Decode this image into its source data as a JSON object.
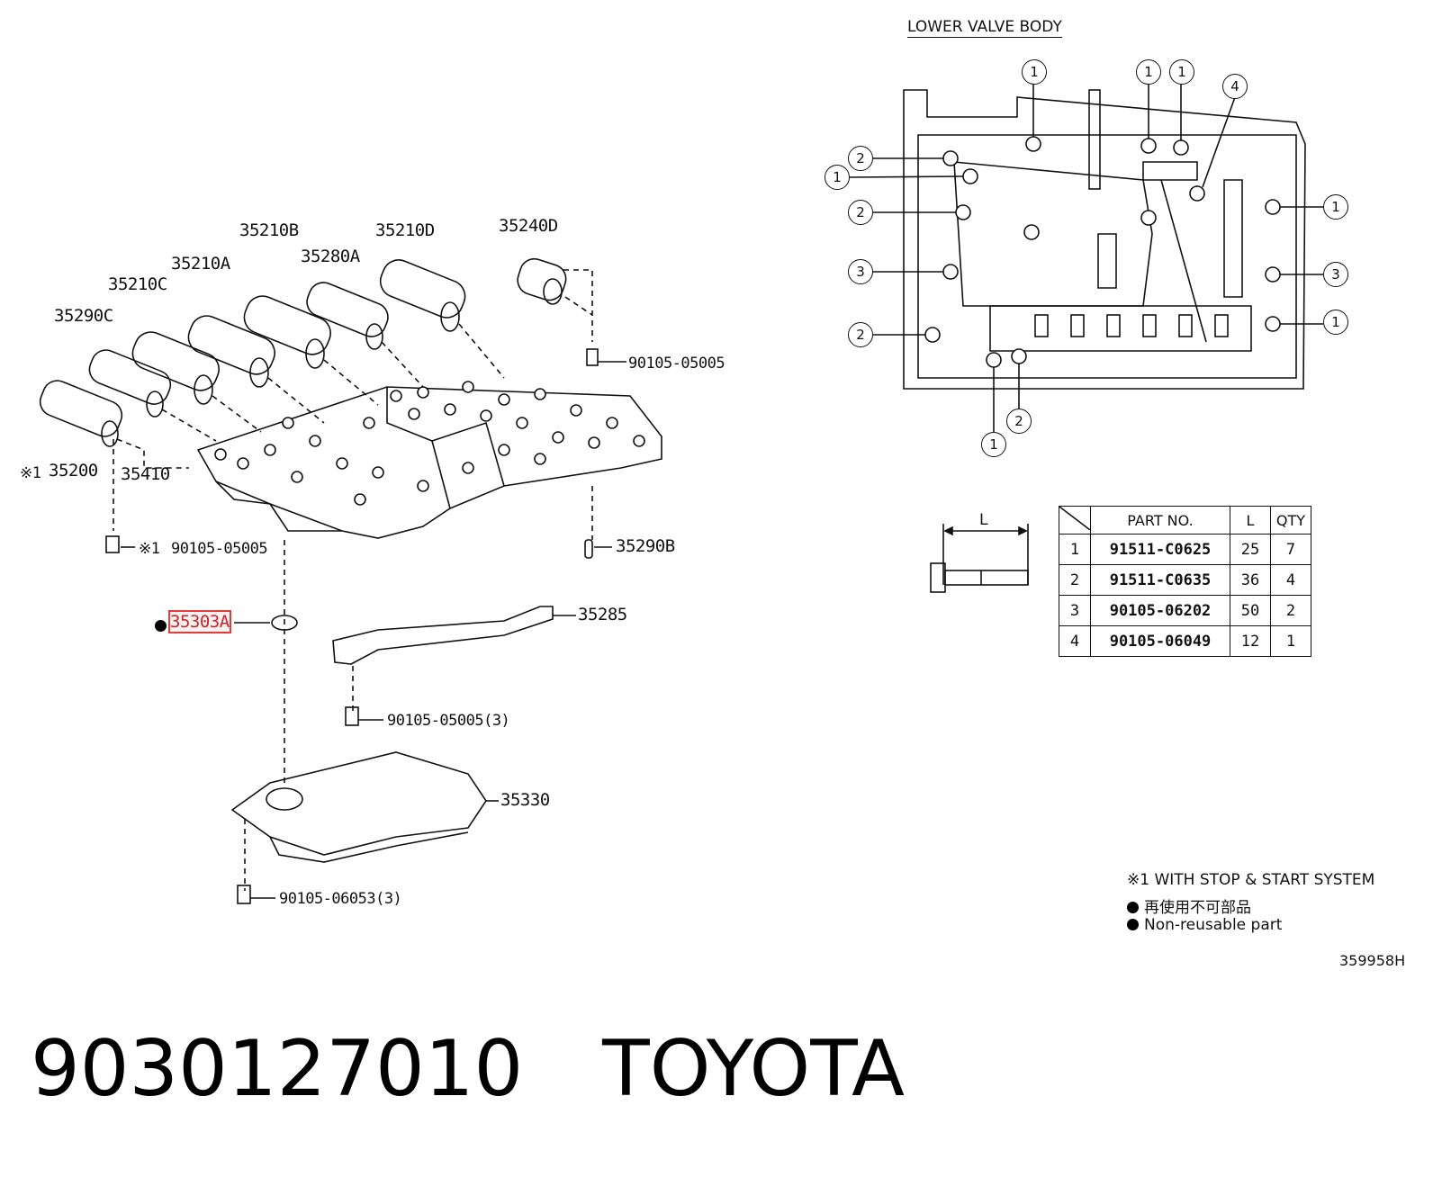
{
  "section_title": "LOWER VALVE BODY",
  "callouts": {
    "c35240D": "35240D",
    "c35210D": "35210D",
    "c35210B": "35210B",
    "c35280A": "35280A",
    "c35210A": "35210A",
    "c35210C": "35210C",
    "c35290C": "35290C",
    "c35200": "35200",
    "c35410": "35410",
    "c35290B": "35290B",
    "c35303A": "35303A",
    "c35285": "35285",
    "c35330": "35330",
    "bolt_top": "90105-05005",
    "bolt_left": "90105-05005",
    "bolt_plate": "90105-05005(3)",
    "bolt_pan": "90105-06053(3)",
    "mark_x1": "※1"
  },
  "bolt_numbers": [
    "1",
    "2",
    "3",
    "4"
  ],
  "dimension_label": "L",
  "parts_table": {
    "headers": [
      "PART NO.",
      "L",
      "QTY"
    ],
    "rows": [
      {
        "no": "1",
        "part": "91511-C0625",
        "L": "25",
        "qty": "7"
      },
      {
        "no": "2",
        "part": "91511-C0635",
        "L": "36",
        "qty": "4"
      },
      {
        "no": "3",
        "part": "90105-06202",
        "L": "50",
        "qty": "2"
      },
      {
        "no": "4",
        "part": "90105-06049",
        "L": "12",
        "qty": "1"
      }
    ]
  },
  "notes": {
    "note1": "※1 WITH STOP & START SYSTEM",
    "note2": "再使用不可部品",
    "note3": "Non-reusable part"
  },
  "diagram_code": "359958H",
  "footer": {
    "part_number": "9030127010",
    "brand": "TOYOTA"
  }
}
